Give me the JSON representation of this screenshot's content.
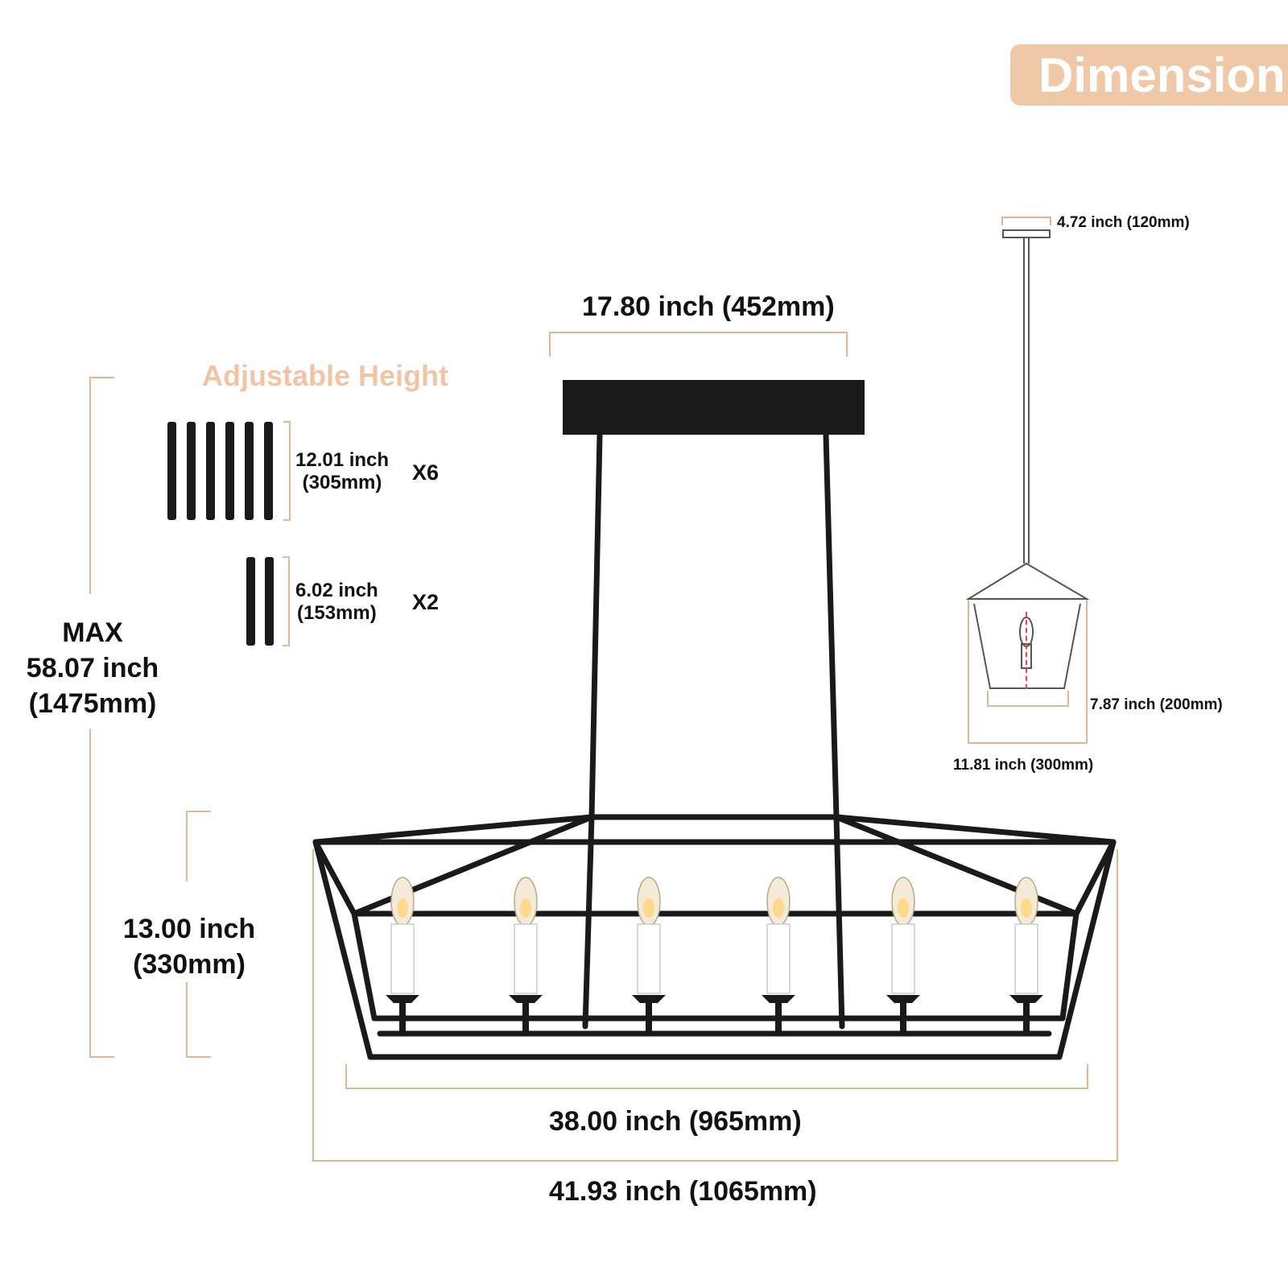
{
  "header": {
    "badge": "Dimension"
  },
  "colors": {
    "accent": "#efc8a8",
    "bracket": "#e2b690",
    "frame": "#1a1a1a"
  },
  "adjustable": {
    "title": "Adjustable Height",
    "long_rod": {
      "line1": "12.01 inch",
      "line2": "(305mm)",
      "qty": "X6",
      "count": 6
    },
    "short_rod": {
      "line1": "6.02 inch",
      "line2": "(153mm)",
      "qty": "X2",
      "count": 2
    }
  },
  "dimensions": {
    "canopy": "17.80 inch (452mm)",
    "max_height": {
      "line1": "MAX",
      "line2": "58.07 inch",
      "line3": "(1475mm)"
    },
    "body_height": {
      "line1": "13.00 inch",
      "line2": "(330mm)"
    },
    "bottom_length": "38.00 inch (965mm)",
    "top_length": "41.93 inch (1065mm)"
  },
  "side_view": {
    "canopy": "4.72 inch (120mm)",
    "bottom_width": "7.87 inch (200mm)",
    "top_width": "11.81 inch (300mm)"
  }
}
